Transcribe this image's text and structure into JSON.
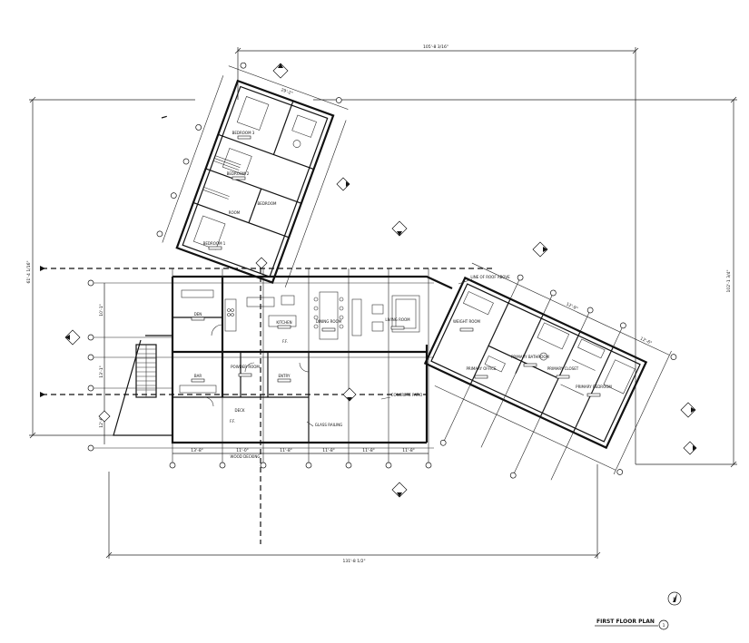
{
  "dimensions": {
    "top": "105'-8 3/16\"",
    "bottom": "131'-8 1/2\"",
    "left": "61'-4 1/16\"",
    "right": "102'-1 3/4\"",
    "wing": "29'-2\"",
    "east_a": "12'-9\"",
    "east_b": "12'-6\"",
    "segments": [
      "13'-8\"",
      "11'-0\"",
      "11'-8\"",
      "11'-8\"",
      "11'-8\"",
      "11'-8\""
    ],
    "vertical": [
      "10'-1\"",
      "13'-1\"",
      "12'-6\""
    ]
  },
  "rooms": {
    "bedroom3": "BEDROOM 3",
    "bedroom2": "BEDROOM 2",
    "bedroom": "BEDROOM",
    "bedroom1": "BEDROOM 1",
    "room": "ROOM",
    "den": "DEN",
    "bar": "BAR",
    "powder_room": "POWDER ROOM",
    "kitchen": "KITCHEN",
    "dining_room": "DINING ROOM",
    "living_room": "LIVING ROOM",
    "entry": "ENTRY",
    "weight_room": "WEIGHT ROOM",
    "primary_office": "PRIMARY OFFICE",
    "primary_bathroom": "PRIMARY BATHROOM",
    "primary_closet": "PRIMARY CLOSET",
    "primary_bedroom": "PRIMARY BEDROOM"
  },
  "notes": {
    "roof_line": "LINE OF ROOF ABOVE",
    "concrete_patio": "CONCRETE PATIO",
    "glass_railing": "GLASS RAILING",
    "wood_decking": "WOOD DECKING",
    "deck": "DECK",
    "ff": "F.F."
  },
  "title": {
    "name": "FIRST FLOOR PLAN",
    "number": "1"
  },
  "north_symbol": "N"
}
